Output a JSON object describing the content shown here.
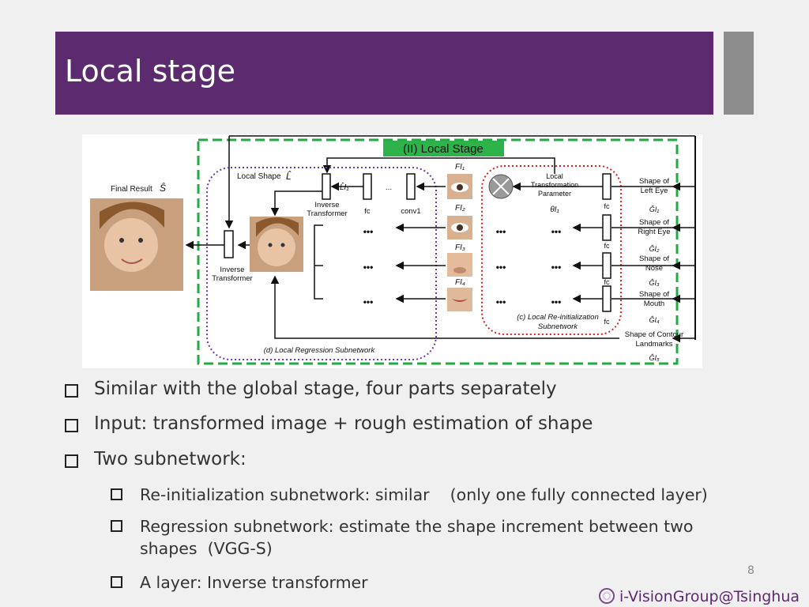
{
  "slide": {
    "title": "Local stage",
    "page_number": "8",
    "footer": "i-VisionGroup@Tsinghua"
  },
  "figure": {
    "stage_label": "(II) Local Stage",
    "final_result": "Final Result",
    "final_result_symbol": "Ŝ",
    "local_shape": "Local Shape",
    "local_shape_symbol": "L̂",
    "l_i1": "L̂I₁",
    "inverse_transformer_top": "Inverse Transformer",
    "inverse_transformer_left": "Inverse Transformer",
    "fc": "fc",
    "conv1": "conv1",
    "ellipsis": "•••",
    "small_ellipsis": "...",
    "local_transformation_parameter": "Local Transformation Parameter",
    "theta": "θI₁",
    "feature_labels": [
      "FI₁",
      "FI₂",
      "FI₃",
      "FI₄"
    ],
    "shape_labels": [
      {
        "line1": "Shape of",
        "line2": "Left Eye",
        "g": "ĜI₁"
      },
      {
        "line1": "Shape of",
        "line2": "Right Eye",
        "g": "ĜI₂"
      },
      {
        "line1": "Shape of",
        "line2": "Nose",
        "g": "ĜI₃"
      },
      {
        "line1": "Shape of",
        "line2": "Mouth",
        "g": "ĜI₄"
      },
      {
        "line1": "Shape of Contour",
        "line2": "Landmarks",
        "g": "ĜI₅"
      }
    ],
    "reinit_subnetwork": "(c) Local Re-initialization Subnetwork",
    "regression_subnetwork": "(d) Local Regression Subnetwork"
  },
  "bullets": [
    {
      "level": 1,
      "text": "Similar with the global stage, four parts separately"
    },
    {
      "level": 1,
      "text": "Input: transformed image + rough estimation of shape"
    },
    {
      "level": 1,
      "text": "Two subnetwork:"
    },
    {
      "level": 2,
      "text": "Re-initialization subnetwork: similar    (only one fully connected layer)"
    },
    {
      "level": 2,
      "text": "Regression subnetwork: estimate the shape increment between two shapes  (VGG-S)"
    },
    {
      "level": 2,
      "text": "A layer: Inverse transformer"
    }
  ]
}
